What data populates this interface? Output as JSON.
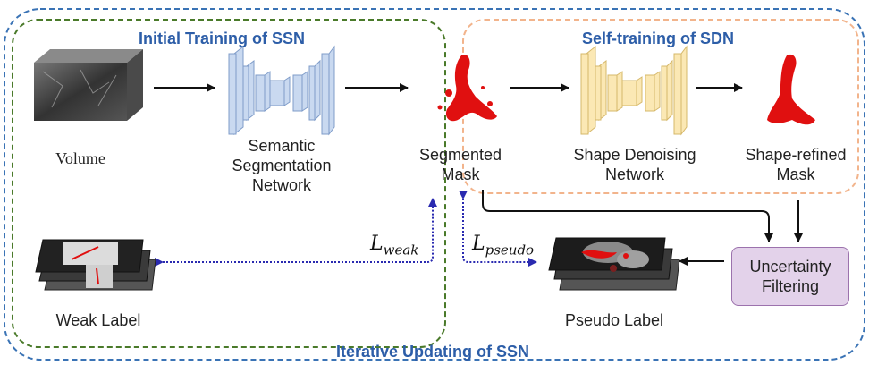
{
  "regions": {
    "outer_title": "Iterative Updating of SSN",
    "initial_title": "Initial Training of SSN",
    "self_title": "Self-training of SDN"
  },
  "nodes": {
    "volume": "Volume",
    "ssn": "Semantic\nSegmentation\nNetwork",
    "segmented_mask": "Segmented\nMask",
    "sdn": "Shape Denoising\nNetwork",
    "shape_refined_mask": "Shape-refined\nMask",
    "uncertainty_filtering": "Uncertainty\nFiltering",
    "weak_label": "Weak Label",
    "pseudo_label": "Pseudo Label"
  },
  "losses": {
    "weak": {
      "symbol": "L",
      "subscript": "weak"
    },
    "pseudo": {
      "symbol": "L",
      "subscript": "pseudo"
    }
  },
  "colors": {
    "outer_border": "#3a73b5",
    "initial_border": "#4a7a2a",
    "self_border": "#f2b48c",
    "title_text": "#2d5ea8",
    "ssn_fill": "#c9d9f0",
    "sdn_fill": "#fbe8b4",
    "mask_red": "#e01010",
    "loss_arrow": "#2a2ab0",
    "uncertainty_fill": "#e3d2ea"
  }
}
